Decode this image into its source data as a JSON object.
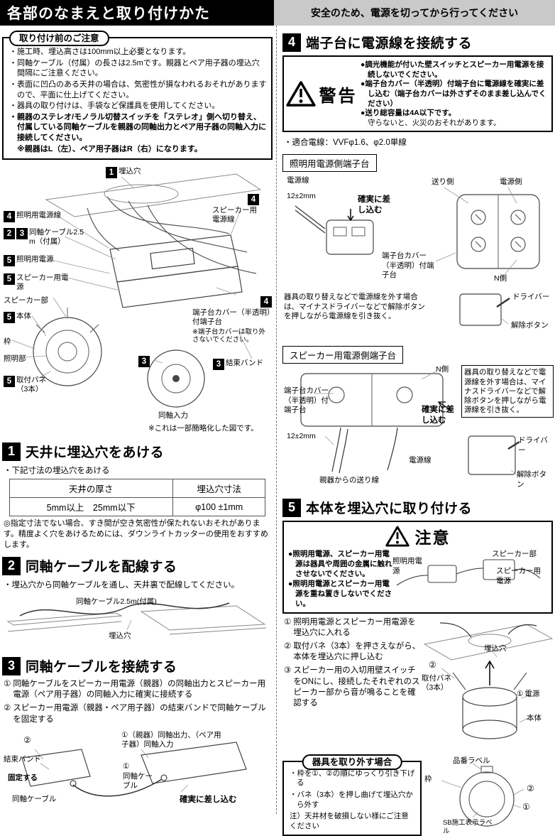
{
  "header": {
    "title": "各部のなまえと取り付けかた",
    "notice": "安全のため、電源を切ってから行ってください"
  },
  "precautions": {
    "title": "取り付け前のご注意",
    "items": [
      "・施工時、埋込高さは100mm以上必要となります。",
      "・同軸ケーブル（付属）の長さは2.5mです。親器とペア用子器の埋込穴間隔にご注意ください。",
      "・表面に凹凸のある天井の場合は、気密性が損なわれるおそれがありますので、平面に仕上げてください。",
      "・器具の取り付けは、手袋など保護具を使用してください。"
    ],
    "bold_item": "・親器のステレオ/モノラル切替スイッチを「ステレオ」側へ切り替え、付属している同軸ケーブルを親器の同軸出力とペア用子器の同軸入力に接続してください。",
    "bold_note": "※親器はL（左）、ペア用子器はR（右）になります。"
  },
  "overview": {
    "labels": {
      "hole": {
        "badge": "1",
        "text": "埋込穴"
      },
      "speaker_line": {
        "badge": "4",
        "text": "スピーカー用電源線"
      },
      "light_line": {
        "badge": "4",
        "text": "照明用電源線"
      },
      "coax": {
        "badge_a": "2",
        "badge_b": "3",
        "text": "同軸ケーブル2.5m（付属）"
      },
      "light_power": {
        "badge": "5",
        "text": "照明用電源"
      },
      "speaker_power": {
        "badge": "5",
        "text": "スピーカー用電源"
      },
      "speaker_unit": {
        "text": "スピーカー部"
      },
      "body": {
        "badge": "5",
        "text": "本体"
      },
      "frame": {
        "text": "枠"
      },
      "light_unit": {
        "text": "照明部"
      },
      "springs": {
        "badge": "5",
        "text": "取付バネ（3本）"
      },
      "terminal": {
        "badge": "4",
        "text": "端子台カバー（半透明）付端子台",
        "note": "※端子台カバーは取り外さないでください。"
      },
      "band": {
        "badge": "3",
        "text": "結束バンド"
      },
      "coax_input": {
        "badge": "3",
        "text": "同軸入力"
      }
    },
    "note": "※これは一部簡略化した図です。"
  },
  "section1": {
    "num": "1",
    "title": "天井に埋込穴をあける",
    "intro": "・下記寸法の埋込穴をあける",
    "table": {
      "headers": [
        "天井の厚さ",
        "埋込穴寸法"
      ],
      "row": [
        "5mm以上　25mm以下",
        "φ100 ±1mm"
      ]
    },
    "note": "◎指定寸法でない場合、すき間が空き気密性が保たれないおそれがあります。精度よく穴をあけるためには、ダウンライトカッターの使用をおすすめします。"
  },
  "section2": {
    "num": "2",
    "title": "同軸ケーブルを配線する",
    "intro": "・埋込穴から同軸ケーブルを通し、天井裏で配線してください。",
    "labels": {
      "cable": "同軸ケーブル2.5m(付属)",
      "hole": "埋込穴"
    }
  },
  "section3": {
    "num": "3",
    "title": "同軸ケーブルを接続する",
    "steps": [
      {
        "marker": "①",
        "text": "同軸ケーブルをスピーカー用電源（親器）の同軸出力とスピーカー用電源（ペア用子器）の同軸入力に確実に接続する"
      },
      {
        "marker": "②",
        "text": "スピーカー用電源（親器・ペア用子器）の結束バンドで同軸ケーブルを固定する"
      }
    ],
    "labels": {
      "marker2": "②",
      "band": "結束バンド",
      "fix": "固定する",
      "cable_bottom": "同軸ケーブル",
      "outputs": "①（親器）同軸出力、（ペア用子器）同軸入力",
      "cable_marker": "①",
      "cable": "同軸ケーブル",
      "insert": "確実に差し込む"
    }
  },
  "section4": {
    "num": "4",
    "title": "端子台に電源線を接続する",
    "warning": {
      "title": "警告",
      "items": [
        "●調光機能が付いた壁スイッチとスピーカー用電源を接続しないでください。",
        "●端子台カバー（半透明）付端子台に電源線を確実に差し込む（端子台カバーは外さずそのまま差し込んでください）",
        "●送り総容量は4A以下です。"
      ],
      "footer": "守らないと、火災のおそれがあります。"
    },
    "wire_spec": "・適合電線：VVFφ1.6、φ2.0単線",
    "light_terminal": {
      "title": "照明用電源側端子台",
      "labels": {
        "power_line": "電源線",
        "dim": "12±2mm",
        "insert": "確実に差し込む",
        "send_side": "送り側",
        "power_side": "電源側",
        "cover": "端子台カバー（半透明）付端子台",
        "n_side": "N側",
        "driver": "ドライバー",
        "release": "解除ボタン"
      },
      "removal": "器具の取り替えなどで電源線を外す場合は、マイナスドライバーなどで解除ボタンを押しながら電源線を引き抜く。"
    },
    "speaker_terminal": {
      "title": "スピーカー用電源側端子台",
      "labels": {
        "cover": "端子台カバー（半透明）付端子台",
        "n_side": "N側",
        "insert": "確実に差し込む",
        "dim": "12±2mm",
        "send_line": "親器からの送り線",
        "power_line": "電源線",
        "driver": "ドライバー",
        "release": "解除ボタン"
      },
      "removal": "器具の取り替えなどで電源線を外す場合は、マイナスドライバーなどで解除ボタンを押しながら電源線を引き抜く。"
    }
  },
  "section5": {
    "num": "5",
    "title": "本体を埋込穴に取り付ける",
    "caution": {
      "title": "注意",
      "items": [
        "●照明用電源、スピーカー用電源は器具や周囲の金属に触れさせないでください。",
        "●照明用電源とスピーカー用電源を重ね置きしないでください。"
      ],
      "labels": {
        "light_power": "照明用電源",
        "speaker_unit": "スピーカー部",
        "speaker_power": "スピーカー用電源"
      }
    },
    "steps": [
      {
        "marker": "①",
        "text": "照明用電源とスピーカー用電源を埋込穴に入れる"
      },
      {
        "marker": "②",
        "text": "取付バネ（3本）を押さえながら、本体を埋込穴に押し込む"
      },
      {
        "marker": "③",
        "text": "スピーカー用の入切用壁スイッチをONにし、接続したそれぞれのスピーカー部から音が鳴ることを確認する"
      }
    ],
    "labels": {
      "hole": "埋込穴",
      "marker2": "②",
      "springs": "取付バネ（3本）",
      "marker1": "①",
      "power": "電源",
      "body": "本体"
    }
  },
  "removal": {
    "title": "器具を取り外す場合",
    "items": [
      "・枠を①、②の順にゆっくり引き下げる",
      "・バネ（3本）を押し曲げて埋込穴から外す"
    ],
    "note": "注）天井材を破損しない様にご注意ください",
    "labels": {
      "part_no": "品番ラベル",
      "frame": "枠",
      "marker2": "②",
      "marker1": "①",
      "sb": "SB施工表示ラベル"
    }
  }
}
